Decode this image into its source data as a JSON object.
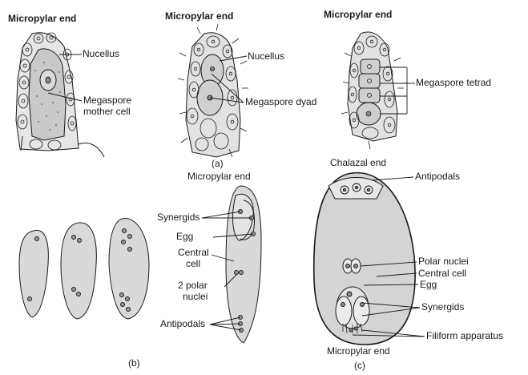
{
  "labels": {
    "micropylar_end_1": "Micropylar end",
    "micropylar_end_2": "Micropylar end",
    "micropylar_end_3": "Micropylar end",
    "nucellus_1": "Nucellus",
    "nucellus_2": "Nucellus",
    "megaspore_mother_cell_line1": "Megaspore",
    "megaspore_mother_cell_line2": "mother cell",
    "megaspore_dyad": "Megaspore dyad",
    "megaspore_tetrad": "Megaspore tetrad",
    "panel_a": "(a)",
    "micropylar_end_b": "Micropylar end",
    "synergids_b": "Synergids",
    "egg_b": "Egg",
    "central_cell_b_line1": "Central",
    "central_cell_b_line2": "cell",
    "polar_nuclei_b_line1": "2 polar",
    "polar_nuclei_b_line2": "nuclei",
    "antipodals_b": "Antipodals",
    "panel_b": "(b)",
    "chalazal_end": "Chalazal end",
    "antipodals_c": "Antipodals",
    "polar_nuclei_c": "Polar nuclei",
    "central_cell_c": "Central cell",
    "egg_c": "Egg",
    "synergids_c": "Synergids",
    "filiform_apparatus": "Filiform apparatus",
    "micropylar_end_c": "Micropylar end",
    "panel_c": "(c)"
  },
  "colors": {
    "ink": "#1a1a1a",
    "cell_fill": "#d9d9d9",
    "sac_fill": "#d4d4d4",
    "nucleus_fill": "#9a9a9a",
    "background": "#ffffff"
  }
}
